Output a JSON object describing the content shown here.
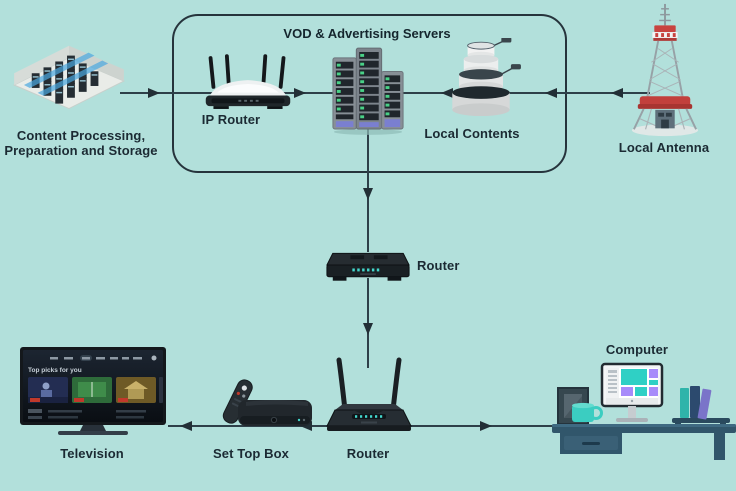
{
  "background_color": "#b2e0db",
  "line_color": "#2e4049",
  "label_color": "#1b2a33",
  "vod_box": {
    "title": "VOD & Advertising Servers"
  },
  "nodes": {
    "content_processing": {
      "label_line1": "Content Processing,",
      "label_line2": "Preparation and Storage"
    },
    "ip_router": {
      "label": "IP Router"
    },
    "local_contents": {
      "label": "Local Contents"
    },
    "local_antenna": {
      "label": "Local Antenna"
    },
    "core_router": {
      "label": "Router"
    },
    "television": {
      "label": "Television",
      "screen_heading": "Top picks for you"
    },
    "set_top_box": {
      "label": "Set Top Box"
    },
    "home_router": {
      "label": "Router"
    },
    "computer": {
      "label": "Computer"
    }
  },
  "accent_colors": {
    "teal": "#2fd0c5",
    "purple": "#a78bfa",
    "red": "#c8433f",
    "led_green": "#49d187",
    "stripe_blue": "#4aa8e0"
  }
}
